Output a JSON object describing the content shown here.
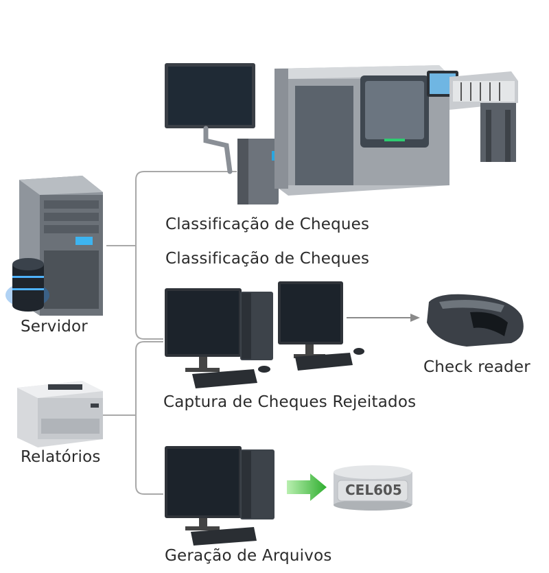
{
  "labels": {
    "sorter_1": "Classificação de Cheques",
    "sorter_2": "Classificação de Cheques",
    "server": "Servidor",
    "check_reader": "Check reader",
    "capture": "Captura de Cheques Rejeitados",
    "reports": "Relatórios",
    "file_generation": "Geração de Arquivos",
    "database": "CEL605"
  },
  "colors": {
    "connector": "#a8a8a8",
    "arrow_gray": "#8a8a8a",
    "arrow_green": "#3fbf3f",
    "server_glow": "#1e7fe0",
    "machine_accent": "#2ecc71"
  }
}
